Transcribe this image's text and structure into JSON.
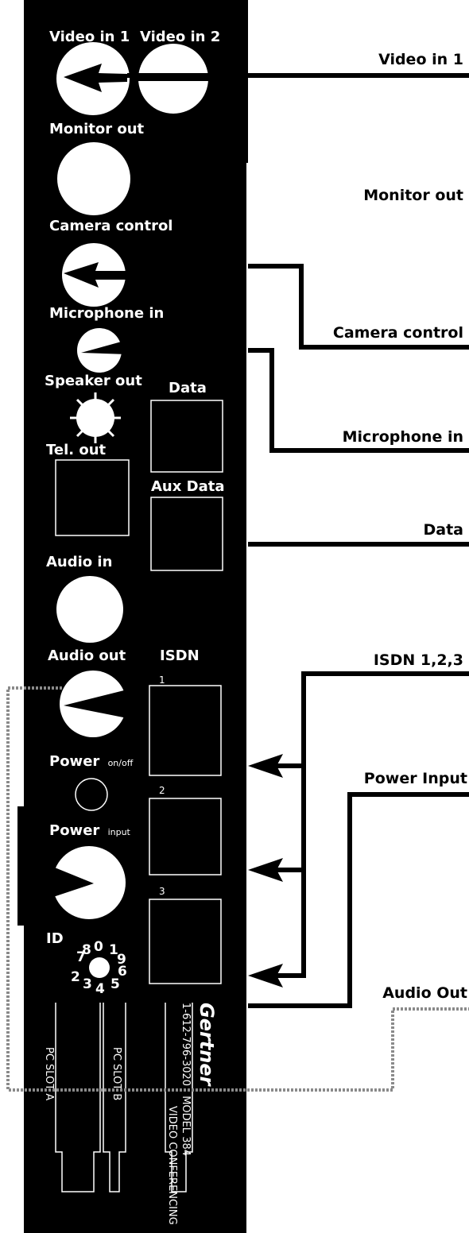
{
  "panel_labels": {
    "video_in_1": "Video in 1",
    "video_in_2": "Video in 2",
    "monitor_out": "Monitor out",
    "camera_control": "Camera control",
    "microphone_in": "Microphone in",
    "speaker_out": "Speaker out",
    "data": "Data",
    "tel_out": "Tel. out",
    "aux_data": "Aux Data",
    "audio_in": "Audio in",
    "audio_out": "Audio out",
    "isdn": "ISDN",
    "isdn_port_1": "1",
    "isdn_port_2": "2",
    "isdn_port_3": "3",
    "power": "Power",
    "power_on_off": "on/off",
    "power_input_main": "Power",
    "power_input_sub": "input",
    "id": "ID",
    "id_digits": [
      "0",
      "1",
      "2",
      "3",
      "4",
      "5",
      "6",
      "7",
      "8",
      "9"
    ]
  },
  "slots": {
    "slot_a": "PC SLOT A",
    "slot_b": "PC SLOT B"
  },
  "brand": {
    "name": "Gertner",
    "phone": "1-612-796-3020",
    "model": "MODEL 384",
    "product": "VIDEO CONFERENCING"
  },
  "callouts": {
    "video_in_1": "Video in 1",
    "monitor_out": "Monitor out",
    "camera_control": "Camera control",
    "microphone_in": "Microphone in",
    "data": "Data",
    "isdn": "ISDN 1,2,3",
    "power_input": "Power Input",
    "audio_out": "Audio Out"
  },
  "colors": {
    "panel": "#000000",
    "background": "#ffffff",
    "jack": "#ffffff",
    "lines": "#000000"
  }
}
